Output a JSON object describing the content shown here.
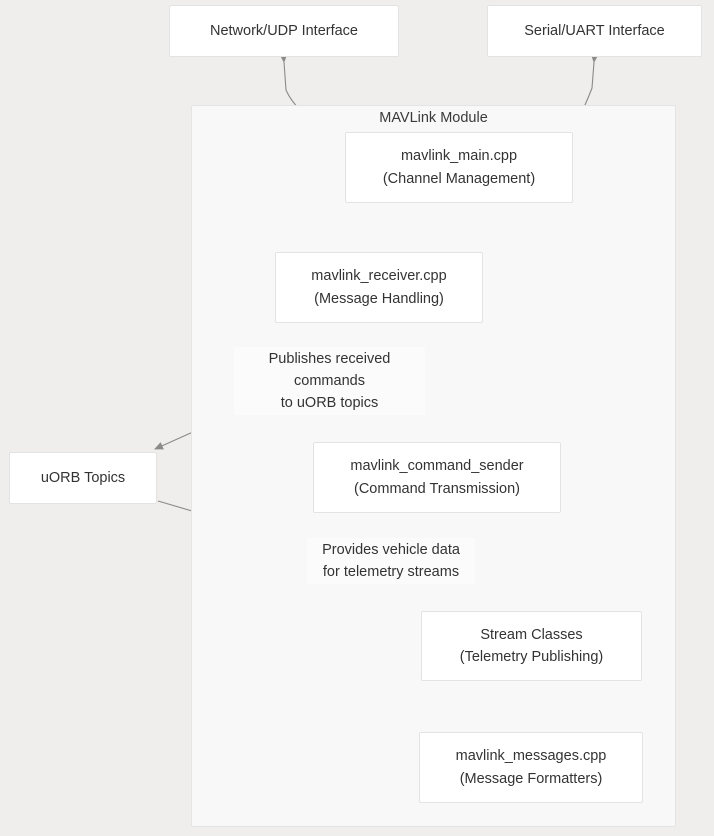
{
  "diagram": {
    "type": "flowchart",
    "title": "MAVLink Module architecture flowchart",
    "background_color": "#f0eeec",
    "node_fill": "#ffffff",
    "node_stroke": "#e3e3e3",
    "edge_color": "#8a8a8a",
    "text_color": "#333333",
    "subgraph": {
      "label": "MAVLink Module",
      "fill": "#f8f8f8",
      "stroke": "#e4e4e4"
    },
    "nodes": [
      {
        "id": "udp",
        "line1": "Network/UDP Interface",
        "line2": ""
      },
      {
        "id": "uart",
        "line1": "Serial/UART Interface",
        "line2": ""
      },
      {
        "id": "main",
        "line1": "mavlink_main.cpp",
        "line2": "(Channel Management)"
      },
      {
        "id": "receiver",
        "line1": "mavlink_receiver.cpp",
        "line2": "(Message Handling)"
      },
      {
        "id": "uorb",
        "line1": "uORB Topics",
        "line2": ""
      },
      {
        "id": "sender",
        "line1": "mavlink_command_sender",
        "line2": "(Command Transmission)"
      },
      {
        "id": "streams",
        "line1": "Stream Classes",
        "line2": "(Telemetry Publishing)"
      },
      {
        "id": "messages",
        "line1": "mavlink_messages.cpp",
        "line2": "(Message Formatters)"
      }
    ],
    "edge_labels": [
      {
        "id": "publishes",
        "lines": [
          "Publishes received",
          "commands",
          "to uORB topics"
        ]
      },
      {
        "id": "provides",
        "lines": [
          "Provides vehicle data",
          "for telemetry streams"
        ]
      }
    ],
    "edges": [
      {
        "from": "main",
        "to": "udp",
        "arrows": "both"
      },
      {
        "from": "main",
        "to": "uart",
        "arrows": "both"
      },
      {
        "from": "main",
        "to": "receiver",
        "arrows": "end"
      },
      {
        "from": "main",
        "to": "streams",
        "arrows": "end"
      },
      {
        "from": "receiver",
        "to": "uorb",
        "arrows": "end",
        "label": "publishes"
      },
      {
        "from": "receiver",
        "to": "sender",
        "arrows": "end"
      },
      {
        "from": "uorb",
        "to": "streams",
        "arrows": "end",
        "label": "provides"
      },
      {
        "from": "streams",
        "to": "messages",
        "arrows": "end"
      }
    ]
  }
}
